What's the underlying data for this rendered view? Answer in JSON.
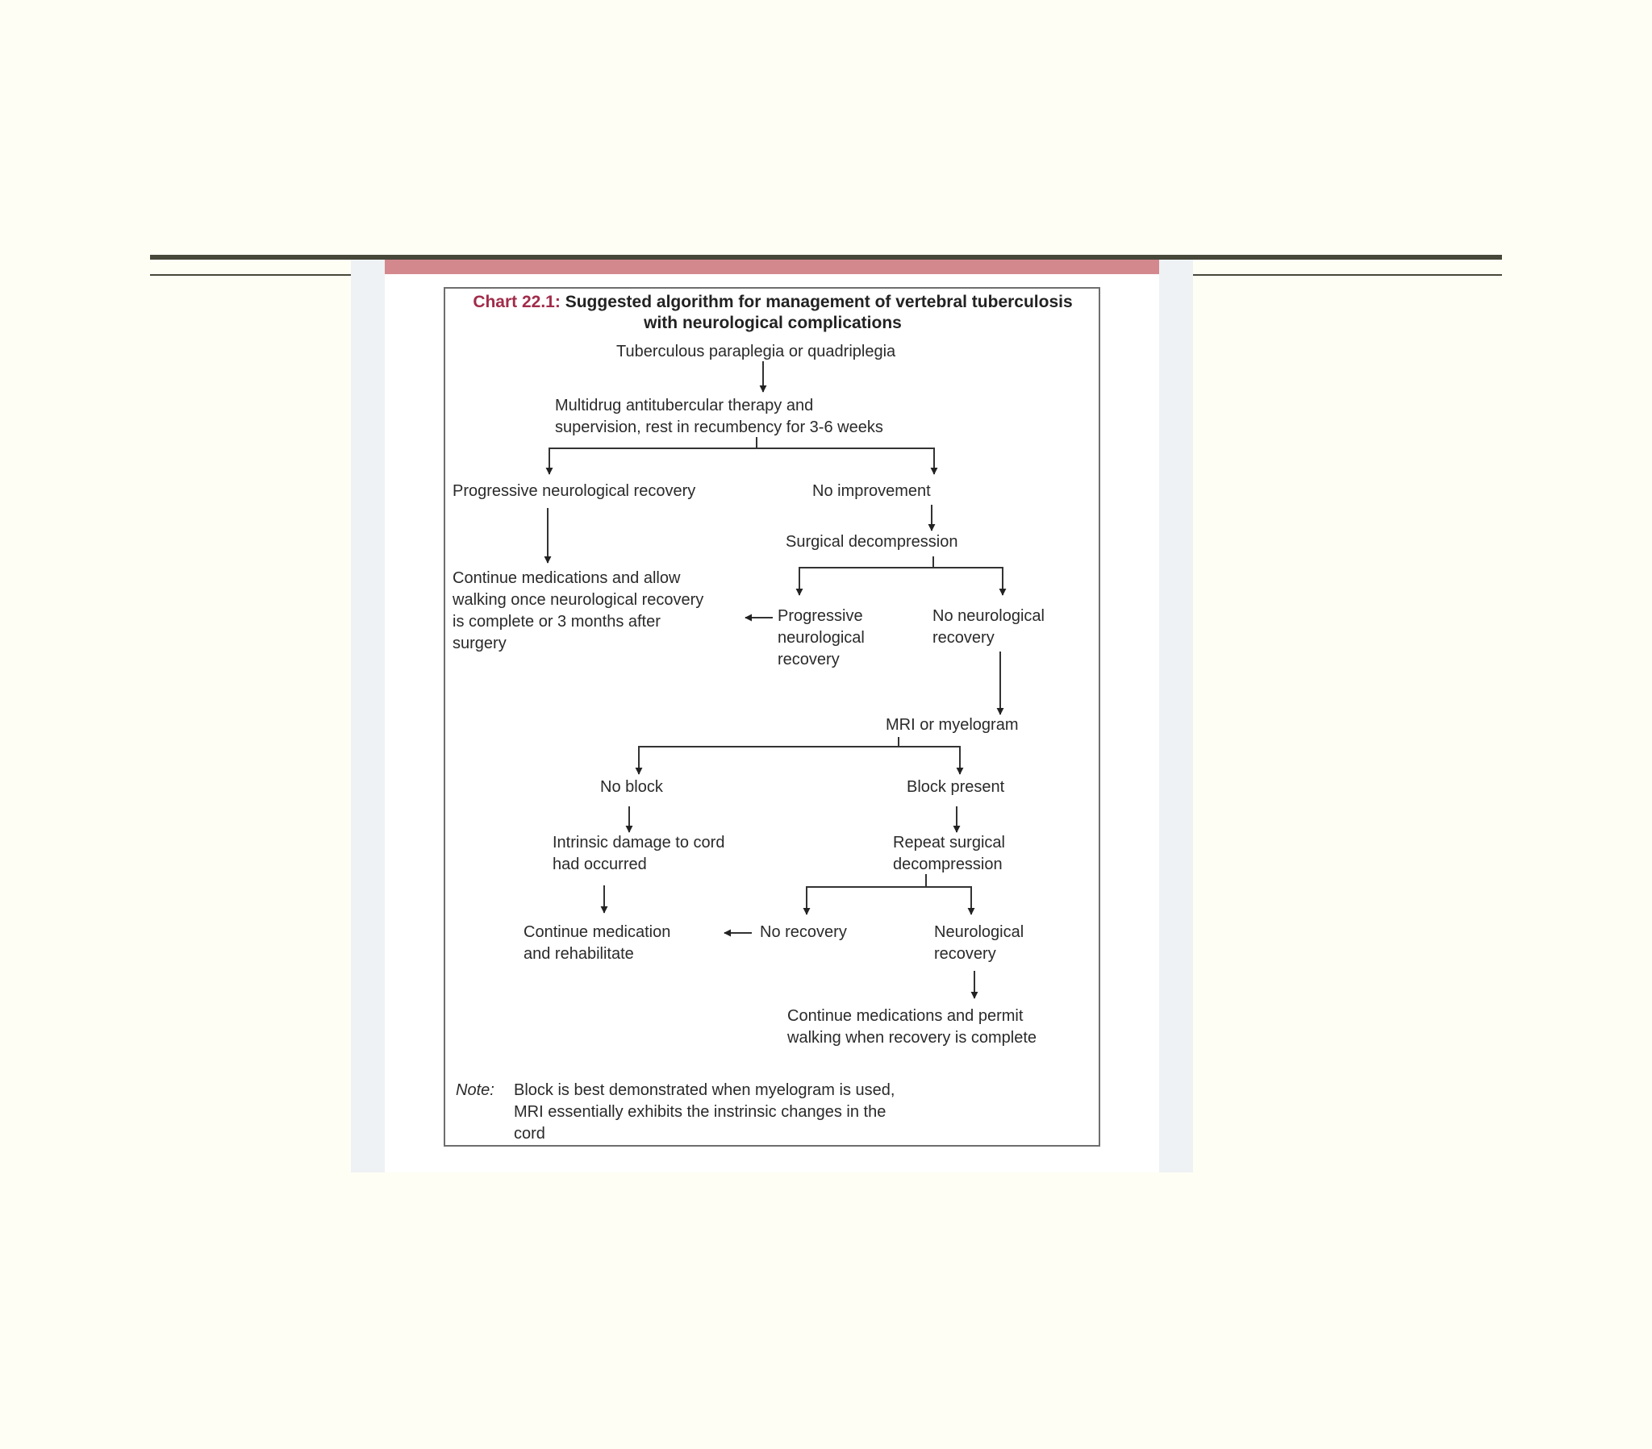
{
  "chart": {
    "label": "Chart 22.1:",
    "title": "Suggested algorithm for management of vertebral tuberculosis with neurological complications"
  },
  "nodes": {
    "start": "Tuberculous paraplegia or quadriplegia",
    "therapy": "Multidrug antitubercular therapy and\nsupervision, rest in recumbency for 3-6 weeks",
    "progressive_recovery": "Progressive neurological recovery",
    "no_improvement": "No improvement",
    "surgical_decompression": "Surgical decompression",
    "continue_walking": "Continue medications and allow\nwalking once neurological recovery\nis complete or  3 months after\nsurgery",
    "progressive_recovery_2": "Progressive\nneurological\nrecovery",
    "no_neuro_recovery": "No neurological\nrecovery",
    "mri": "MRI or myelogram",
    "no_block": "No block",
    "block_present": "Block present",
    "intrinsic_damage": "Intrinsic damage to cord\nhad occurred",
    "repeat_surgery": "Repeat surgical\ndecompression",
    "continue_rehab": "Continue medication\nand rehabilitate",
    "no_recovery": "No recovery",
    "neuro_recovery": "Neurological\nrecovery",
    "continue_permit": "Continue medications and permit\nwalking when recovery is complete"
  },
  "note": {
    "label": "Note:",
    "text": "Block is best demonstrated when myelogram is used,\nMRI essentially exhibits the instrinsic changes in the\ncord"
  },
  "colors": {
    "accent_bar": "#d3888d",
    "chart_label": "#a12c4a",
    "rules": "#47473a"
  }
}
